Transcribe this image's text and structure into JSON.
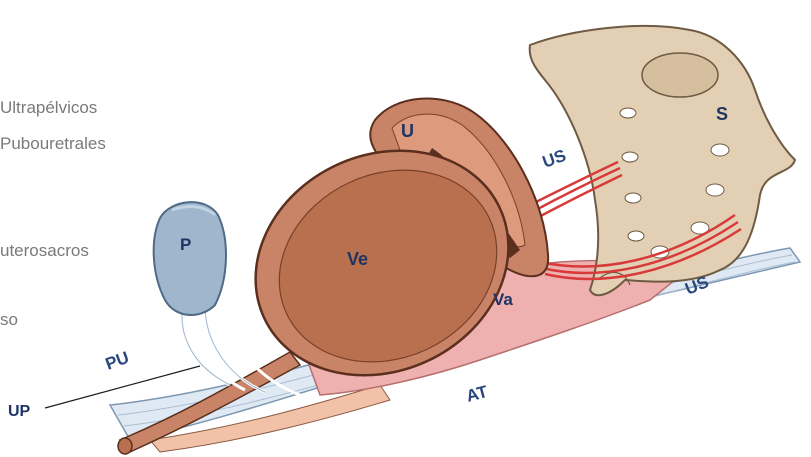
{
  "side_labels": {
    "ultrapelvicos": "Ultrapélvicos",
    "pubouretrales": "Pubouretrales",
    "uterosacros": "uterosacros",
    "so": "so"
  },
  "organ_labels": {
    "S": "S",
    "U": "U",
    "US_top": "US",
    "US_bottom": "US",
    "P": "P",
    "Ve": "Ve",
    "Va": "Va",
    "PU": "PU",
    "AT": "AT",
    "UP": "UP"
  },
  "colors": {
    "sacrum": "#e2cfb4",
    "sacrum_stroke": "#6f5a42",
    "organ": "#c98468",
    "organ_inner": "#b8704f",
    "organ_stroke": "#5b2f1e",
    "pubis": "#9fb6cc",
    "pubis_stroke": "#4e6a87",
    "vaginal_wall": "#efb0b0",
    "ligament_red": "#d83a3a",
    "fascia": "#dfe9f3",
    "fascia_stroke": "#7d97b3",
    "label_blue": "#27477d"
  }
}
